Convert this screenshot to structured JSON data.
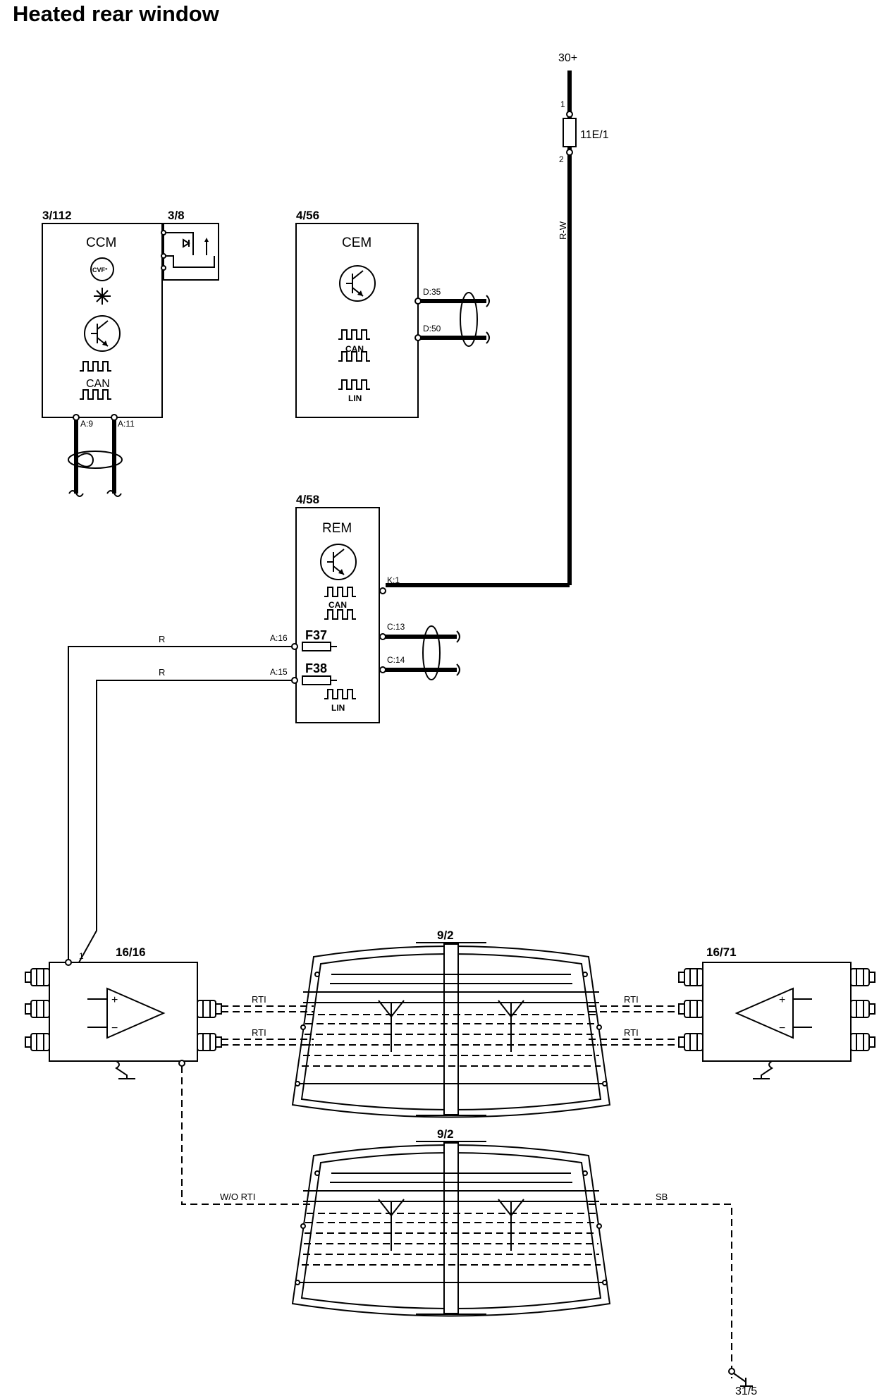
{
  "title": "Heated rear window",
  "supply": {
    "label": "30+",
    "fuse": "11E/1",
    "pin_top": "1",
    "pin_bottom": "2",
    "wire": "R-W"
  },
  "modules": {
    "ccm": {
      "id": "3/112",
      "name": "CCM",
      "can": "CAN",
      "acc_symbol": "CVF°",
      "pin_a": "A:9",
      "pin_b": "A:11"
    },
    "sensor": {
      "id": "3/8"
    },
    "cem": {
      "id": "4/56",
      "name": "CEM",
      "can": "CAN",
      "lin": "LIN",
      "pin_a": "D:35",
      "pin_b": "D:50"
    },
    "rem": {
      "id": "4/58",
      "name": "REM",
      "can": "CAN",
      "lin": "LIN",
      "pin_k": "K:1",
      "pin_c13": "C:13",
      "pin_c14": "C:14",
      "pin_a16": "A:16",
      "pin_a15": "A:15",
      "fuse_1": "F37",
      "fuse_2": "F38"
    },
    "amp_left": {
      "id": "16/16",
      "pin": "1",
      "plus": "+",
      "minus": "−"
    },
    "amp_right": {
      "id": "16/71",
      "plus": "+",
      "minus": "−"
    },
    "window_upper": {
      "id": "9/2"
    },
    "window_lower": {
      "id": "9/2"
    }
  },
  "wires": {
    "r1": "R",
    "r2": "R",
    "rti_1": "RTI",
    "rti_2": "RTI",
    "rti_3": "RTI",
    "rti_4": "RTI",
    "wo_rti": "W/O RTI",
    "sb": "SB"
  },
  "ground": {
    "label": "31/5"
  }
}
